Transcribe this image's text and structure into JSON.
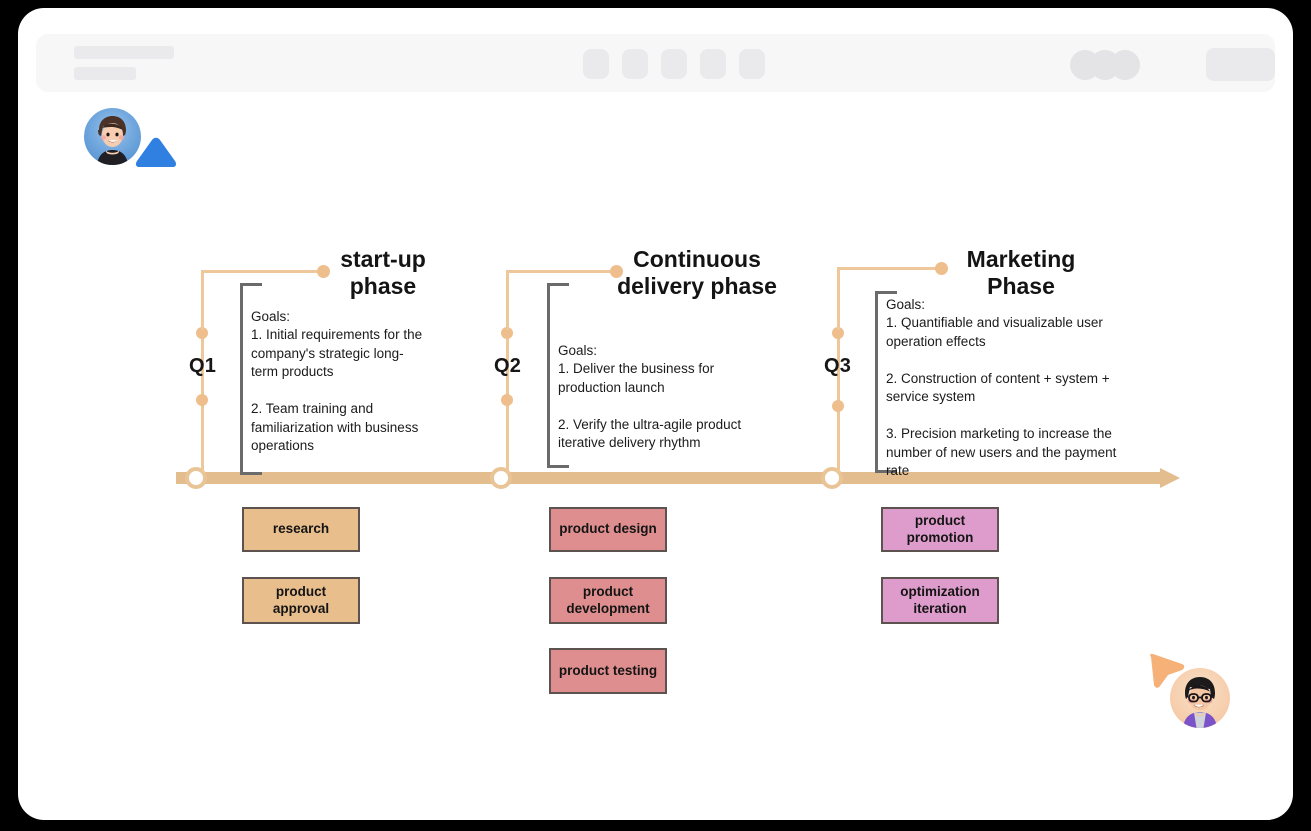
{
  "window": {
    "background_color": "#000000",
    "card_color": "#ffffff"
  },
  "toolbar": {
    "skeleton": true,
    "tool_count": 5,
    "avatar_stack_count": 3,
    "placeholder_color": "#eaeaec",
    "bar_color": "#f7f7f8"
  },
  "collaborators": [
    {
      "name": "cursor-blue",
      "color": "#2f80e0",
      "label": ""
    },
    {
      "name": "cursor-orange",
      "color": "#f6b179",
      "label": ""
    }
  ],
  "timeline": {
    "axis_color": "#e3bd8e",
    "node_fill": "#ffffff",
    "node_stroke": "#e9c496",
    "connector_color": "#eec79b",
    "dot_color": "#eebe8d",
    "bracket_color": "#6b6b6b"
  },
  "chart_data": {
    "type": "timeline",
    "title": "",
    "axis_direction": "left-to-right",
    "milestones": [
      {
        "quarter": "Q1",
        "phase": "start-up\nphase",
        "goals_label": "Goals:",
        "goals": [
          "1. Initial requirements for the company's strategic long-term products",
          "2. Team training and familiarization with business operations"
        ],
        "goals_text": "Goals:\n1. Initial requirements for the\ncompany's strategic long-\nterm products\n\n2. Team training and\nfamiliarization with business\noperations",
        "deliverables": [
          {
            "label": "research",
            "color": "#e8be8d"
          },
          {
            "label": "product\napproval",
            "color": "#e8be8d"
          }
        ]
      },
      {
        "quarter": "Q2",
        "phase": "Continuous\ndelivery phase",
        "goals_label": "Goals:",
        "goals": [
          "1. Deliver the business for production launch",
          "2. Verify the ultra-agile product iterative delivery rhythm"
        ],
        "goals_text": "Goals:\n1. Deliver the business for\nproduction launch\n\n2. Verify the ultra-agile product\niterative delivery rhythm",
        "deliverables": [
          {
            "label": "product design",
            "color": "#de8e8e"
          },
          {
            "label": "product\ndevelopment",
            "color": "#de8e8e"
          },
          {
            "label": "product testing",
            "color": "#de8e8e"
          }
        ]
      },
      {
        "quarter": "Q3",
        "phase": "Marketing\nPhase",
        "goals_label": "Goals:",
        "goals": [
          "1. Quantifiable and visualizable user operation effects",
          "2. Construction of content + system + service system",
          "3. Precision marketing to increase the number of new users and the payment rate"
        ],
        "goals_text": "Goals:\n1. Quantifiable and visualizable user\noperation effects\n\n2. Construction of content + system +\nservice system\n\n3. Precision marketing to increase the\nnumber of new users and the payment\nrate",
        "deliverables": [
          {
            "label": "product\npromotion",
            "color": "#dd9ccb"
          },
          {
            "label": "optimization\niteration",
            "color": "#dd9ccb"
          }
        ]
      }
    ]
  }
}
